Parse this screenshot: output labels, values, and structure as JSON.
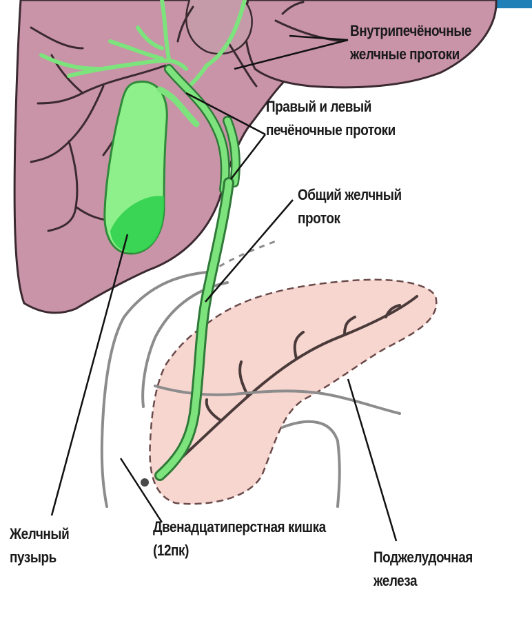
{
  "labels": {
    "intrahepatic": {
      "line1": "Внутрипечёночные",
      "line2": "желчные протоки"
    },
    "hepatic_ducts": {
      "line1": "Правый и левый",
      "line2": "печёночные протоки"
    },
    "common_duct": {
      "line1": "Общий желчный",
      "line2": "проток"
    },
    "gallbladder": {
      "line1": "Желчный",
      "line2": "пузырь"
    },
    "duodenum": {
      "line1": "Двенадцатиперстная кишка",
      "line2": "(12пк)"
    },
    "pancreas": {
      "line1": "Поджелудочная",
      "line2": "железа"
    }
  },
  "colors": {
    "liver": "#c993a8",
    "liver_outline": "#3a2a30",
    "bile_duct": "#7de37d",
    "gallbladder": "#4ee062",
    "pancreas": "#f7d6cf",
    "duodenum_wall": "#8c8c8c",
    "slide_accent": "#1f7fb7"
  }
}
